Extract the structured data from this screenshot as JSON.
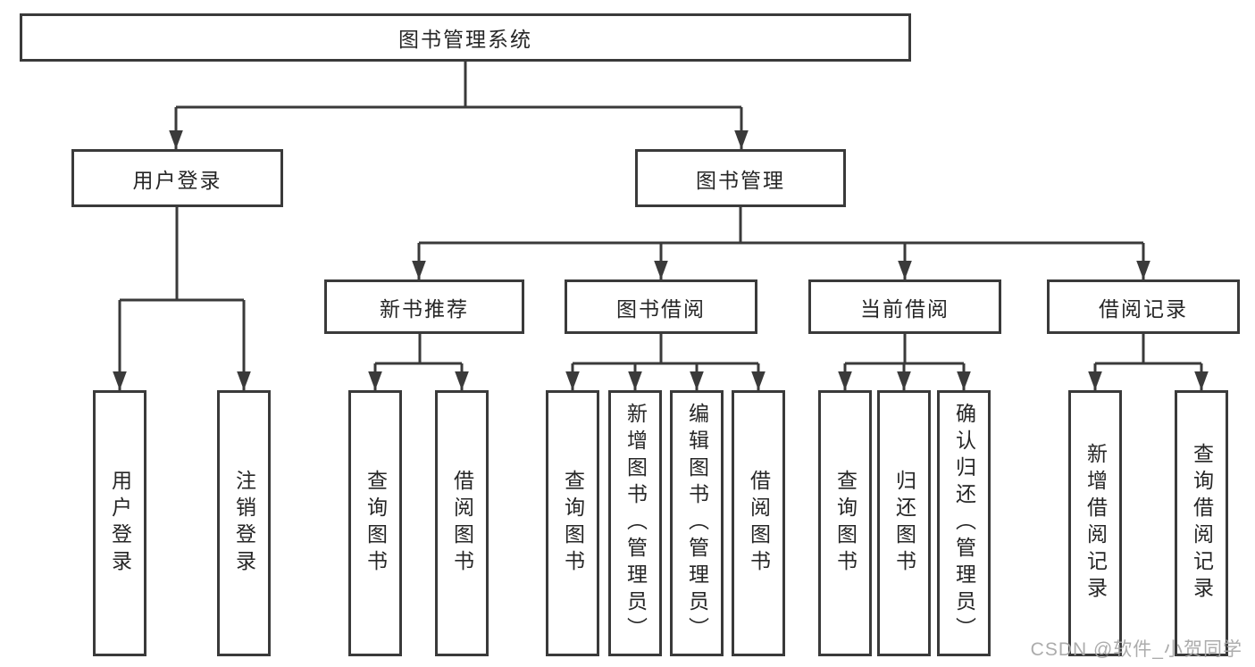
{
  "diagram": {
    "root": {
      "label": "图书管理系统"
    },
    "branches": {
      "user_login": {
        "label": "用户登录"
      },
      "book_management": {
        "label": "图书管理"
      }
    },
    "modules": {
      "new_book_rec": {
        "label": "新书推荐"
      },
      "book_borrow": {
        "label": "图书借阅"
      },
      "current_borrow": {
        "label": "当前借阅"
      },
      "borrow_records": {
        "label": "借阅记录"
      }
    },
    "leaves": {
      "user_login_leaf": {
        "label": "用户登录"
      },
      "logout": {
        "label": "注销登录"
      },
      "rec_query_books": {
        "label": "查询图书"
      },
      "rec_borrow_books": {
        "label": "借阅图书"
      },
      "bb_query_books": {
        "label": "查询图书"
      },
      "bb_add_books_admin": {
        "label": "新增图书（管理员）"
      },
      "bb_edit_books_admin": {
        "label": "编辑图书（管理员）"
      },
      "bb_borrow_books": {
        "label": "借阅图书"
      },
      "cb_query_books": {
        "label": "查询图书"
      },
      "cb_return_books": {
        "label": "归还图书"
      },
      "cb_confirm_return_admin": {
        "label": "确认归还（管理员）"
      },
      "br_add_record": {
        "label": "新增借阅记录"
      },
      "br_query_record": {
        "label": "查询借阅记录"
      }
    }
  },
  "watermark": {
    "text": "CSDN @软件_小贺同学"
  },
  "colors": {
    "line": "#3a3a3a",
    "box_border": "#3a3a3a",
    "text": "#262626",
    "watermark": "#a8a8a8",
    "background": "#ffffff"
  }
}
